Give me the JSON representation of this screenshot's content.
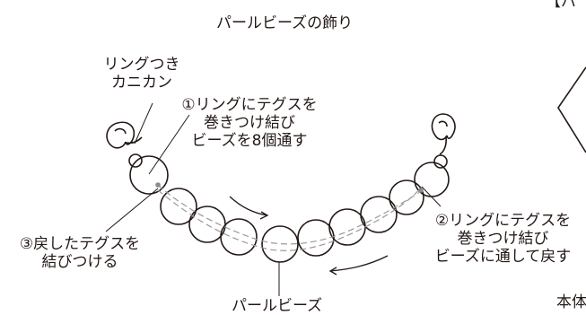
{
  "title": "パールビーズの飾り",
  "top_right_fragment": "【パ",
  "labels": {
    "clasp_line1": "リングつき",
    "clasp_line2": "カニカン",
    "step1_line1": "①リングにテグスを",
    "step1_line2": "巻きつけ結び",
    "step1_line3": "ビーズを8個通す",
    "step2_line1": "②リングにテグスを",
    "step2_line2": "巻きつけ結び",
    "step2_line3": "ビーズに通して戻す",
    "step3_line1": "③戻したテグスを",
    "step3_line2": "結びつける",
    "beads": "パールビーズ",
    "body_fragment": "本体"
  },
  "colors": {
    "ink": "#231815",
    "thread": "#9a9a9a",
    "knot": "#8a8a8a"
  },
  "icons": [
    "lobster-clasp-icon",
    "arrow-icon"
  ]
}
